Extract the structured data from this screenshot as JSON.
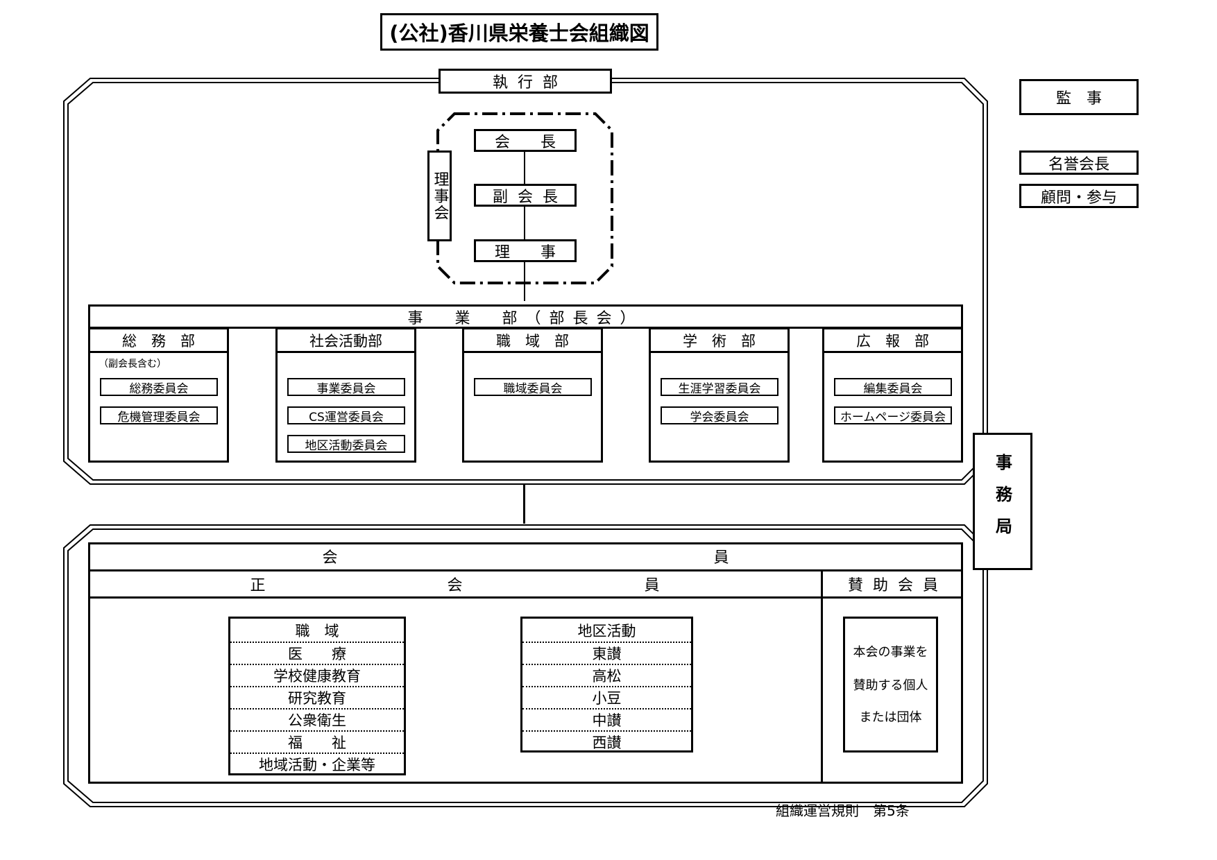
{
  "title": "(公社)香川県栄養士会組織図",
  "executive": {
    "label": "執行部",
    "board_label": "理事会",
    "president": "会　　長",
    "vice_president": "副会長",
    "director": "理　　事"
  },
  "side": {
    "auditor": "監　事",
    "honorary_president": "名誉会長",
    "advisors": "顧問・参与",
    "secretariat": "事務局"
  },
  "business": {
    "header": "事　業　部（部長会）",
    "departments": [
      {
        "name": "総　務　部",
        "note": "（副会長含む）",
        "committees": [
          "総務委員会",
          "危機管理委員会"
        ]
      },
      {
        "name": "社会活動部",
        "note": "",
        "committees": [
          "事業委員会",
          "CS運営委員会",
          "地区活動委員会"
        ]
      },
      {
        "name": "職　域　部",
        "note": "",
        "committees": [
          "職域委員会"
        ]
      },
      {
        "name": "学　術　部",
        "note": "",
        "committees": [
          "生涯学習委員会",
          "学会委員会"
        ]
      },
      {
        "name": "広　報　部",
        "note": "",
        "committees": [
          "編集委員会",
          "ホームページ委員会"
        ]
      }
    ]
  },
  "members": {
    "header": "会　員",
    "regular_header": "正　会　員",
    "supporting_header": "賛助会員",
    "workplace": {
      "title": "職　域",
      "items": [
        "医　　療",
        "学校健康教育",
        "研究教育",
        "公衆衛生",
        "福　　祉",
        "地域活動・企業等"
      ]
    },
    "district": {
      "title": "地区活動",
      "items": [
        "東讃",
        "高松",
        "小豆",
        "中讃",
        "西讃"
      ]
    },
    "supporting_desc": [
      "本会の事業を",
      "賛助する個人",
      "または団体"
    ]
  },
  "footer": "組織運営規則　第5条"
}
